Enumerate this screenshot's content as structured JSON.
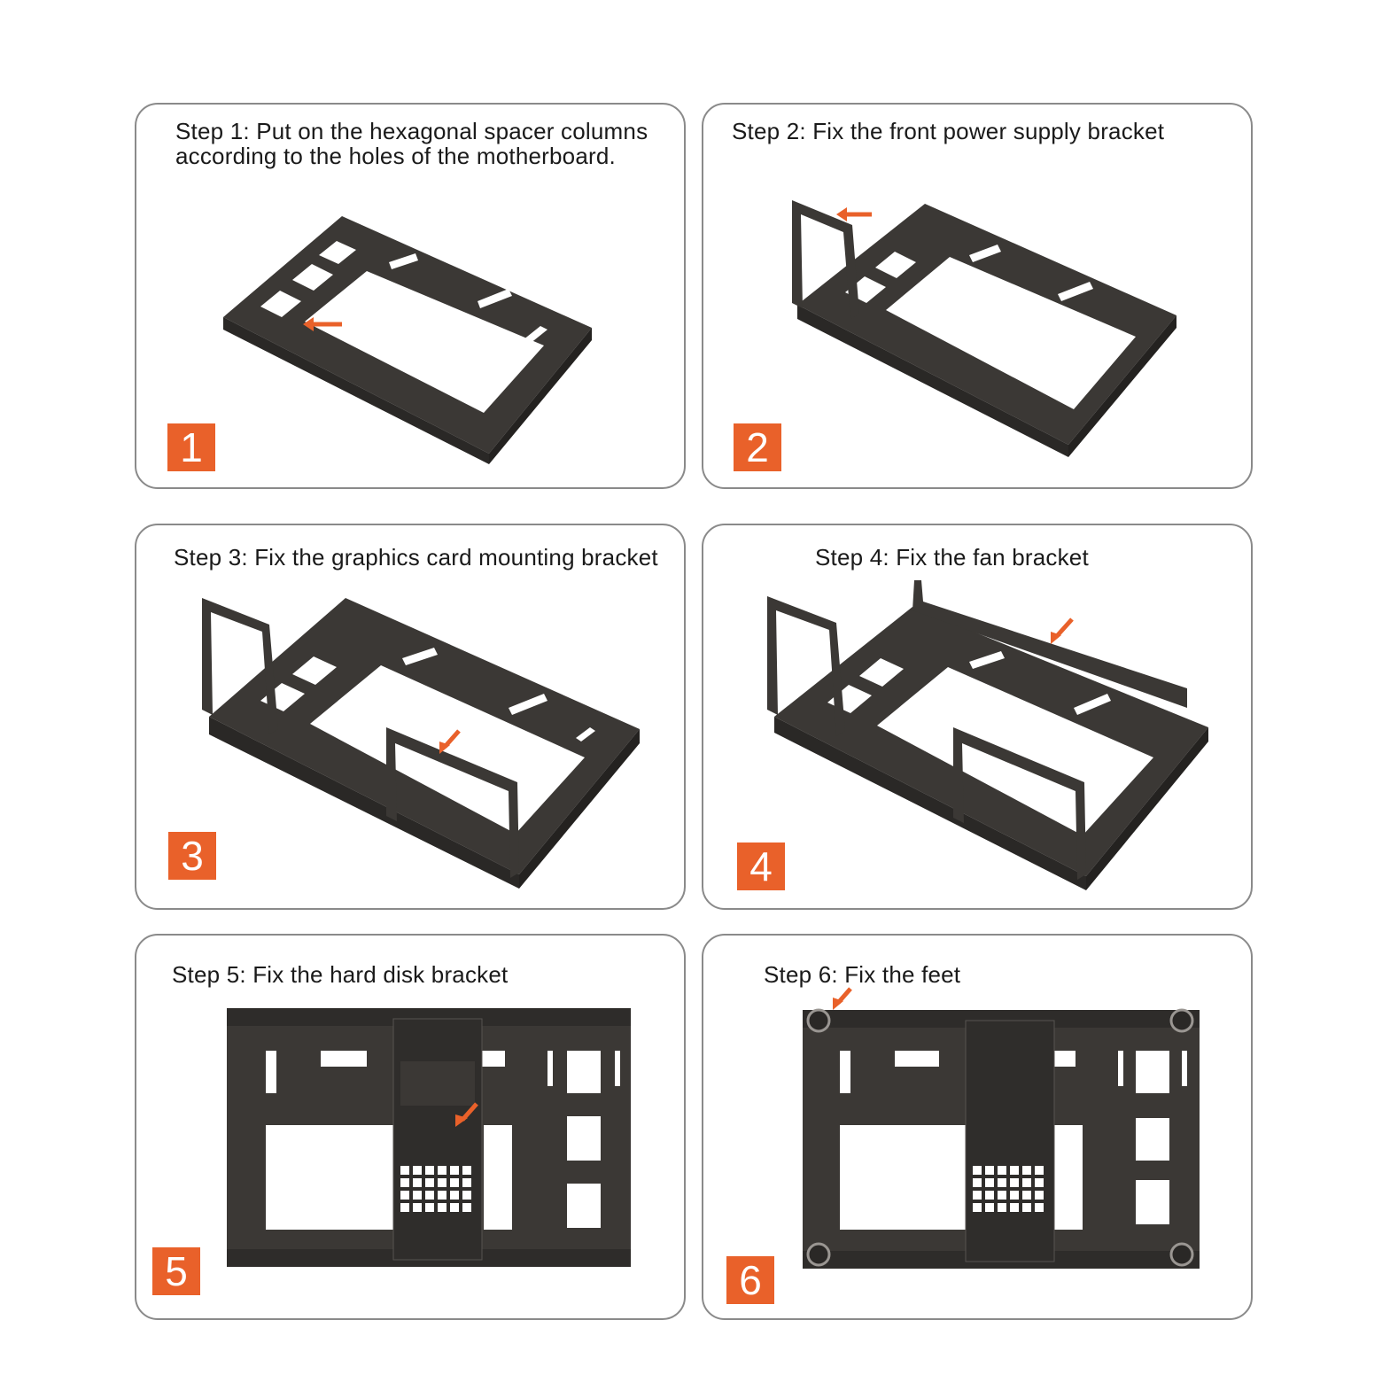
{
  "steps": [
    {
      "caption": "Step 1: Put on the hexagonal spacer columns\naccording to the holes of the motherboard.",
      "number": "1"
    },
    {
      "caption": "Step 2: Fix the front power supply bracket",
      "number": "2"
    },
    {
      "caption": "Step 3: Fix the graphics card mounting bracket",
      "number": "3"
    },
    {
      "caption": "Step 4: Fix the fan bracket",
      "number": "4"
    },
    {
      "caption": "Step 5: Fix the hard disk bracket",
      "number": "5"
    },
    {
      "caption": "Step 6: Fix the feet",
      "number": "6"
    }
  ],
  "colors": {
    "accent": "#e9612a",
    "frame": "#3b3835",
    "border": "#8a8a8a"
  },
  "icons": [
    "arrow-icon"
  ]
}
